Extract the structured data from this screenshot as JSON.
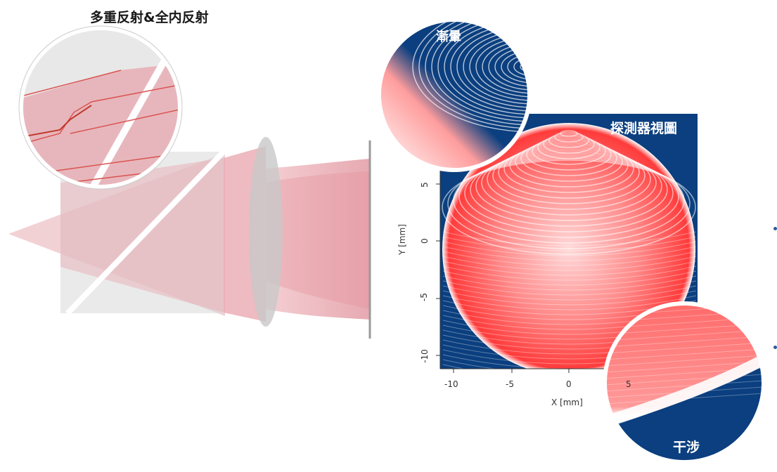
{
  "labels": {
    "multiple_reflection": "多重反射&全内反射",
    "vignetting": "漸暈",
    "detector_view": "探測器視圖",
    "interference": "干涉"
  },
  "detector_plot": {
    "xlabel": "X [mm]",
    "ylabel": "Y [mm]",
    "xticks": [
      "-10",
      "-5",
      "0",
      "5"
    ],
    "yticks": [
      "5",
      "0",
      "-5",
      "-10"
    ],
    "xlim": [
      -11,
      11
    ],
    "ylim": [
      -11,
      11
    ]
  },
  "colors": {
    "background_blue": "#0b3f7f",
    "fringe_red": "#ff6b6b",
    "beam_pink": "#e8a3ac",
    "lens_gray": "#c8c8c8"
  }
}
